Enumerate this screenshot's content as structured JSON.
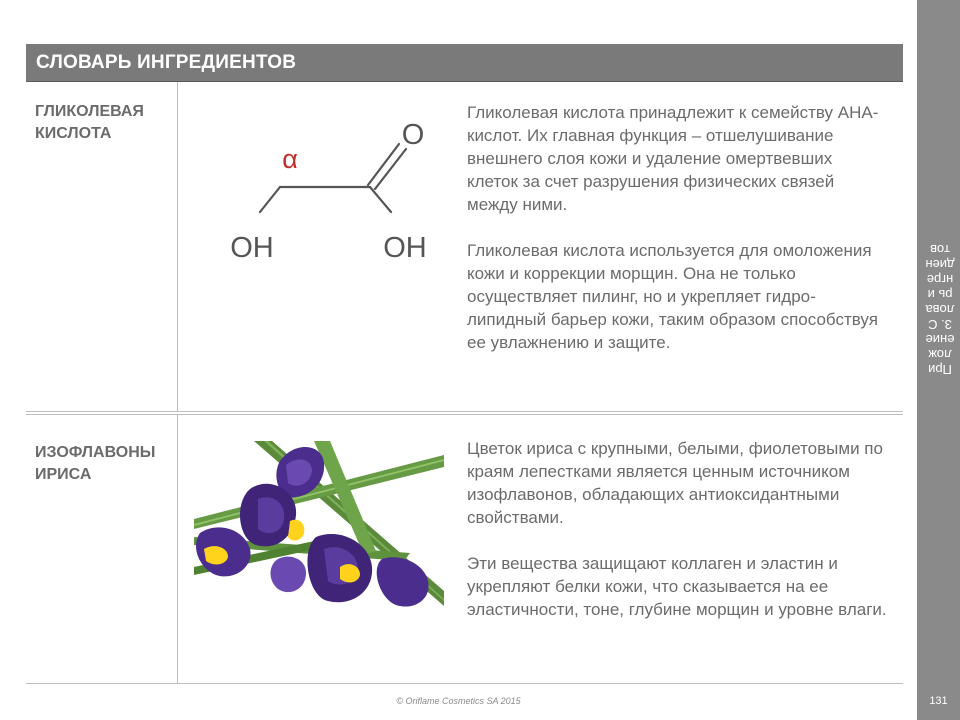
{
  "header": {
    "title": "СЛОВАРЬ ИНГРЕДИЕНТОВ"
  },
  "sidebar": {
    "label": "Приложение 3. Словарь ингредиентов",
    "page_number": "131"
  },
  "ingredients": [
    {
      "name": "ГЛИКОЛЕВАЯ КИСЛОТА",
      "paragraphs": [
        "Гликолевая кислота принадлежит к семейству АНА-кислот. Их главная функция – отшелушивание внешнего слоя кожи и удаление омертвевших клеток за счет разрушения физических связей между ними.",
        "Гликолевая кислота используется для омоложения кожи и коррекции морщин. Она не только осуществляет пилинг, но и укрепляет гидро-липидный барьер кожи, таким образом способствуя ее увлажнению и защите."
      ],
      "molecule": {
        "oxygen": "O",
        "alpha": "α",
        "hydroxyl_left": "OH",
        "hydroxyl_right": "OH"
      }
    },
    {
      "name": "ИЗОФЛАВОНЫ ИРИСА",
      "paragraphs": [
        "Цветок ириса с крупными, белыми, фиолетовыми по краям лепестками является ценным источником изофлавонов, обладающих антиоксидантными свойствами.",
        "Эти вещества защищают коллаген и эластин и укрепляют белки кожи, что сказывается на ее эластичности, тоне, глубине морщин и уровне влаги."
      ]
    }
  ],
  "footer": {
    "copyright": "© Oriflame Cosmetics SA 2015"
  },
  "colors": {
    "header_bg": "#7a7a7a",
    "sidebar_bg": "#8a8a8a",
    "body_text": "#6b6b6b",
    "alpha_red": "#c0302a",
    "iris_purple": "#4a2d8c",
    "stem_green": "#5a8a3a"
  }
}
